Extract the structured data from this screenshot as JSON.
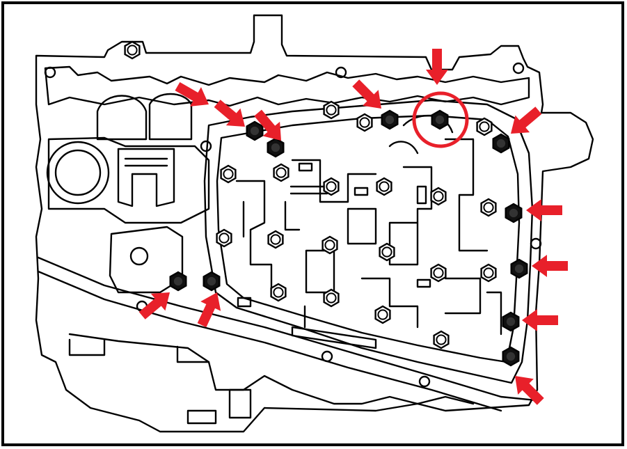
{
  "diagram": {
    "kind": "valve-body-bolt-removal-illustration",
    "line_color": "#000000",
    "background": "#ffffff",
    "accent_color": "#e8202a",
    "highlighted_bolt_count": 1,
    "arrowed_bolt_count": 12,
    "icons": {
      "arrow": "red-arrow-icon",
      "bolt": "bolt-icon",
      "highlight": "highlight-circle"
    }
  }
}
